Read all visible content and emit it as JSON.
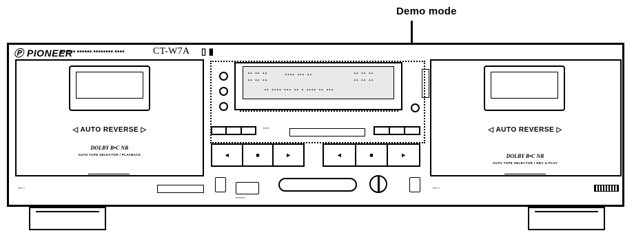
{
  "callout": {
    "label": "Demo mode"
  },
  "unit": {
    "brand": "PIONEER",
    "model": "CT-W7A",
    "deck1": {
      "auto_reverse": "◁  AUTO REVERSE  ▷",
      "dolby": "DOLBY B•C NR",
      "subtitle": "AUTO TAPE SELECTOR / PLAYBACK"
    },
    "deck2": {
      "auto_reverse": "◁  AUTO REVERSE  ▷",
      "dolby": "DOLBY B•C NR",
      "subtitle": "AUTO TAPE SELECTOR / REC & PLAY"
    },
    "transport1": [
      "◄",
      "■",
      "►"
    ],
    "transport2": [
      "◄",
      "■",
      "►"
    ]
  }
}
